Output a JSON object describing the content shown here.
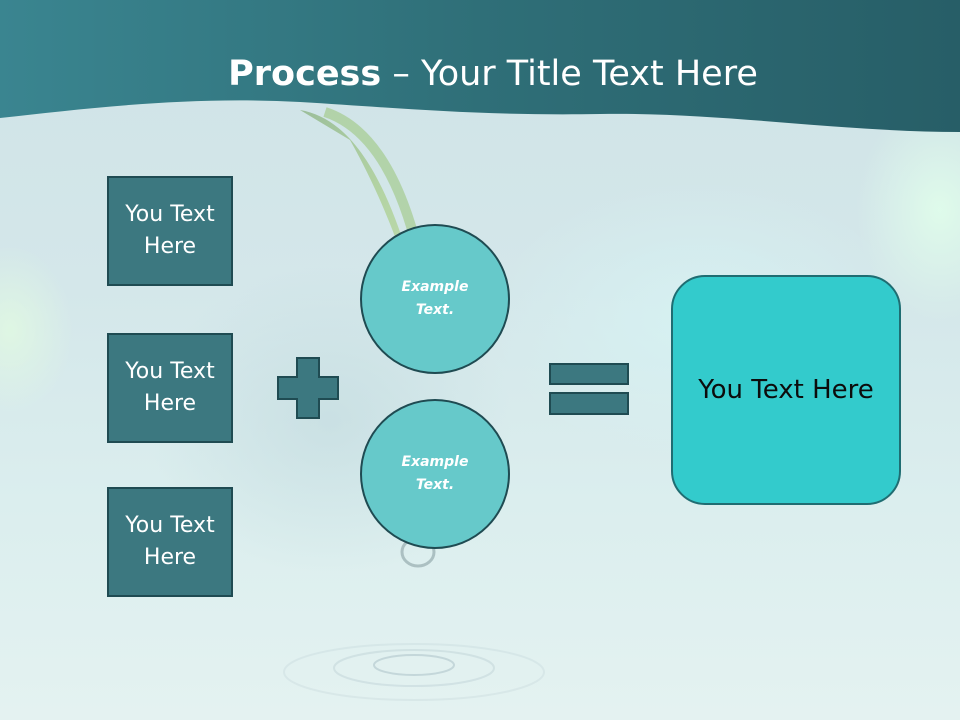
{
  "slide": {
    "title_bold": "Process",
    "title_rest": " – Your Title Text Here",
    "inputs": [
      {
        "label": "You Text Here"
      },
      {
        "label": "You Text Here"
      },
      {
        "label": "You Text Here"
      }
    ],
    "circles": [
      {
        "label": "Example Text."
      },
      {
        "label": "Example Text."
      }
    ],
    "result_label": "You Text Here"
  },
  "colors": {
    "header_band": "#2d6c75",
    "box_fill": "#3c7880",
    "circle_fill": "#66c9ca",
    "result_fill": "#33cbcc",
    "outline": "#1f4b52"
  }
}
